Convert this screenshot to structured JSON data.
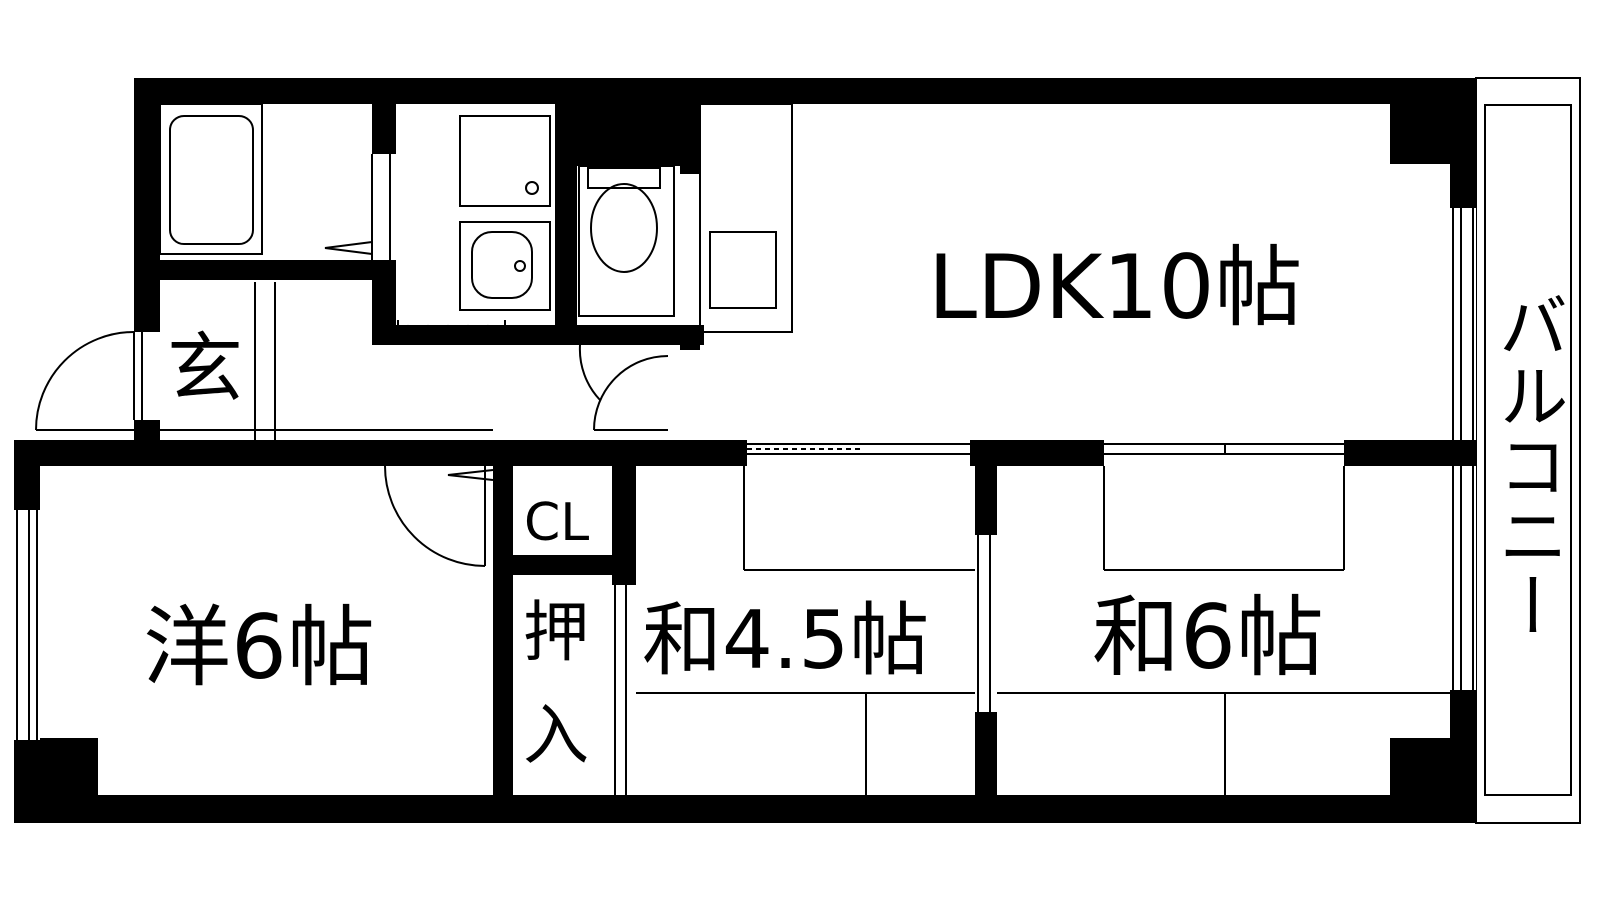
{
  "floor_plan": {
    "rooms": {
      "ldk": {
        "label": "LDK10帖"
      },
      "western": {
        "label": "洋6帖"
      },
      "japanese_small": {
        "label": "和4.5帖"
      },
      "japanese_large": {
        "label": "和6帖"
      },
      "entrance": {
        "label": "玄"
      },
      "closet": {
        "label": "CL"
      },
      "oshiire": {
        "label_top": "押",
        "label_bottom": "入"
      },
      "balcony": {
        "label": "バルコニー"
      }
    },
    "fixture_icons": [
      "bathtub-icon",
      "washbasin-icon",
      "toilet-icon",
      "kitchen-sink-icon",
      "washing-machine-pan-icon"
    ],
    "colors": {
      "walls": "#000000",
      "background": "#ffffff"
    }
  }
}
